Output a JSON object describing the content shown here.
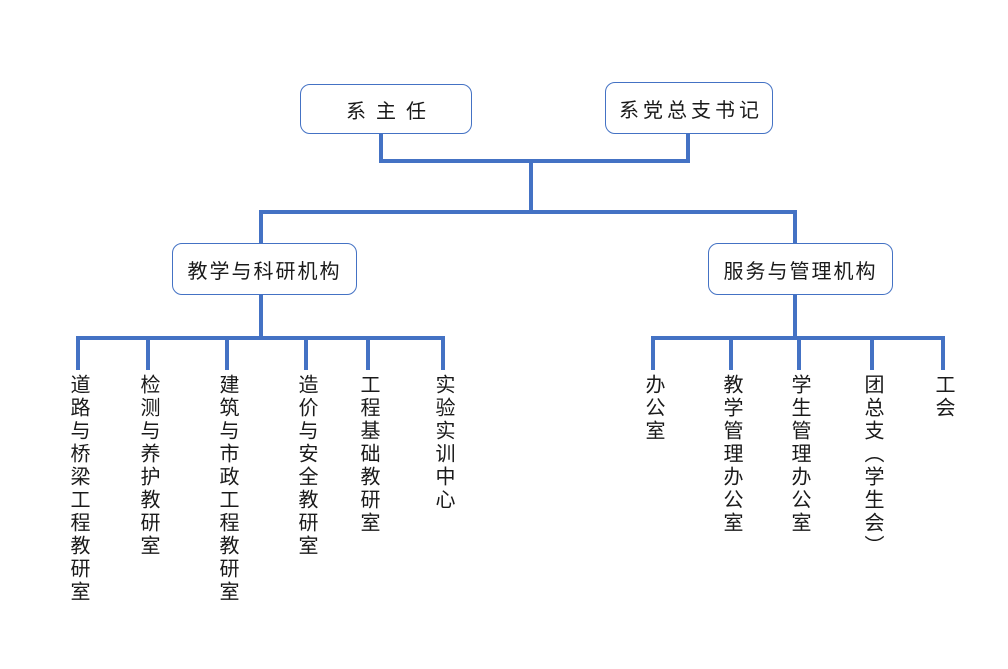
{
  "org": {
    "top_nodes": [
      {
        "label": "系主任"
      },
      {
        "label": "系党总支书记"
      }
    ],
    "branches": [
      {
        "label": "教学与科研机构",
        "children": [
          "道路与桥梁工程教研室",
          "检测与养护教研室",
          "建筑与市政工程教研室",
          "造价与安全教研室",
          "工程基础教研室",
          "实验实训中心"
        ]
      },
      {
        "label": "服务与管理机构",
        "children": [
          "办公室",
          "教学管理办公室",
          "学生管理办公室",
          "团总支（学生会）",
          "工会"
        ]
      }
    ],
    "colors": {
      "line": "#4472C4",
      "box_border": "#4472C4",
      "text": "#1a1a1a",
      "background": "#FFFFFF"
    }
  }
}
